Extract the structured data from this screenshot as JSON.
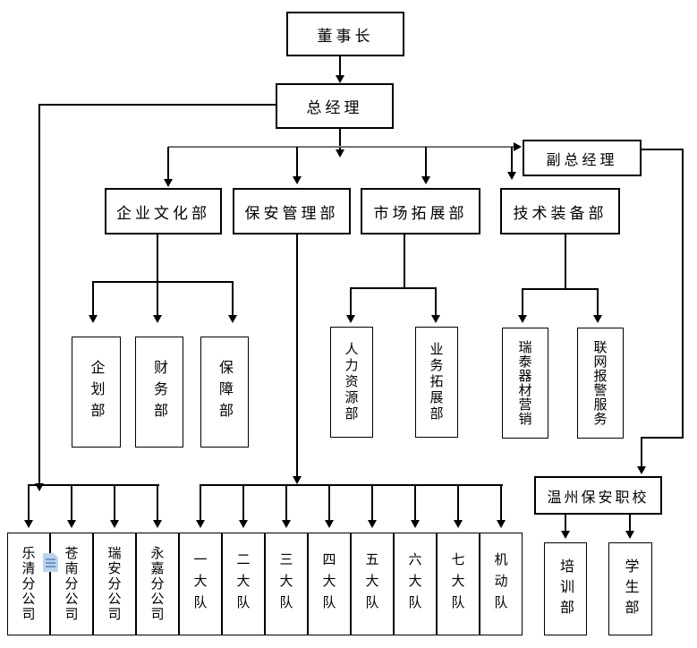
{
  "diagram": {
    "chairman": "董事长",
    "general_manager": "总经理",
    "deputy_general_manager": "副总经理",
    "departments": [
      "企业文化部",
      "保安管理部",
      "市场拓展部",
      "技术装备部"
    ],
    "culture_children": [
      "企划部",
      "财务部",
      "保障部"
    ],
    "market_children": [
      "人力资源部",
      "业务拓展部"
    ],
    "tech_children": [
      "瑞泰器材营销",
      "联网报警服务"
    ],
    "school": "温州保安职校",
    "school_children": [
      "培训部",
      "学生部"
    ],
    "branch_companies": [
      "乐清分公司",
      "苍南分公司",
      "瑞安分公司",
      "永嘉分公司"
    ],
    "squads": [
      "一大队",
      "二大队",
      "三大队",
      "四大队",
      "五大队",
      "六大队",
      "七大队",
      "机动队"
    ],
    "icons": {
      "embedded_document": "document-icon"
    },
    "colors": {
      "line": "#000000",
      "trunk_line": "#7f7f7f",
      "icon_fill": "#bcd2ec",
      "icon_stroke": "#7097c5",
      "background": "#ffffff"
    }
  }
}
